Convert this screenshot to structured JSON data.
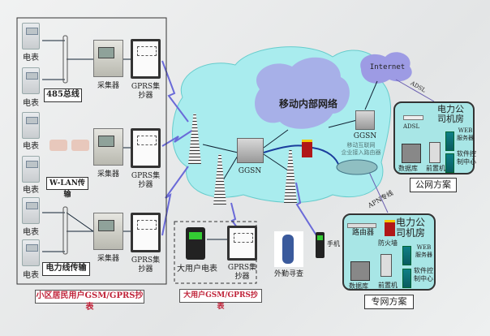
{
  "left_group": {
    "meter_label": "电表",
    "collector_label": "采集器",
    "gprs_label_1": "GPRS集",
    "gprs_label_2": "抄器",
    "bus_485": "485总线",
    "wlan": "W-LAN传输",
    "powerline": "电力线传输",
    "caption": "小区居民用户GSM/GPRS抄表"
  },
  "big_user": {
    "meter_label": "大用户电表",
    "gprs_label_1": "GPRS集",
    "gprs_label_2": "抄器",
    "caption": "大用户GSM/GPRS抄表"
  },
  "network": {
    "mobile_internal": "移动内部网络",
    "ggsn_left": "GGSN",
    "ggsn_right": "GGSN",
    "router_1": "移动互联网",
    "router_2": "企业接入路由器",
    "internet": "Internet",
    "adsl_link": "ADSL",
    "apn_link": "APN专线",
    "field_check": "外勤寻查",
    "phone": "手机"
  },
  "public_room": {
    "title_1": "电力公",
    "title_2": "司机房",
    "adsl": "ADSL",
    "web_1": "WEB",
    "web_2": "服务器",
    "soft_1": "软件控",
    "soft_2": "制中心",
    "db": "数据库",
    "front": "前置机",
    "caption": "公网方案"
  },
  "private_room": {
    "title_1": "电力公",
    "title_2": "司机房",
    "router": "路由器",
    "firewall": "防火墙",
    "web_1": "WEB",
    "web_2": "服务器",
    "soft_1": "软件控",
    "soft_2": "制中心",
    "db": "数据库",
    "front": "前置机",
    "caption": "专网方案"
  }
}
